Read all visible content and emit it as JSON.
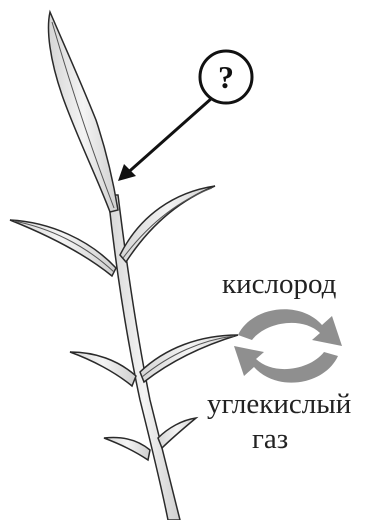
{
  "question_mark": "?",
  "labels": {
    "oxygen": "кислород",
    "carbon_dioxide_line1": "углекислый",
    "carbon_dioxide_line2": "газ"
  },
  "colors": {
    "outline": "#2a2a2a",
    "leaf_fill": "#ededed",
    "cycle_arrows": "#8f8f8f",
    "text": "#222222"
  }
}
